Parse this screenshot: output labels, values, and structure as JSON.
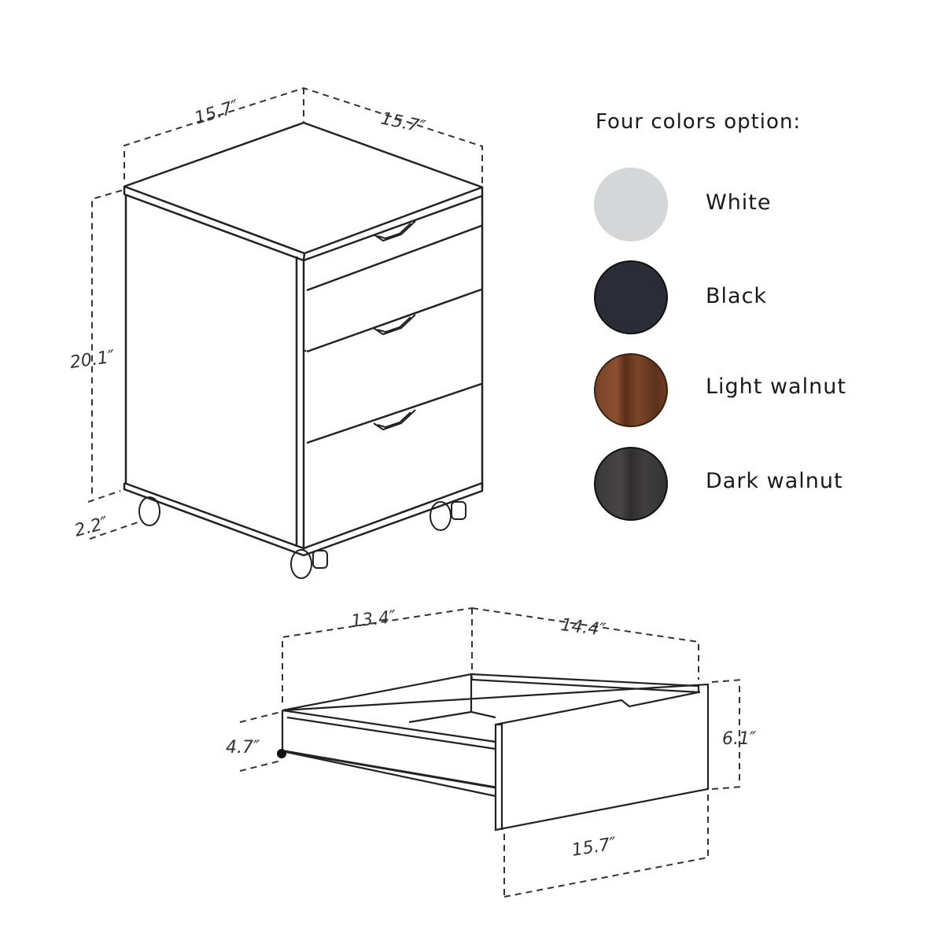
{
  "cabinet": {
    "dimensions": {
      "width": "15.7″",
      "depth": "15.7″",
      "height": "20.1″",
      "caster_height": "2.2″"
    },
    "drawer_count": 3
  },
  "drawer": {
    "dimensions": {
      "inner_length": "13.4″",
      "inner_width": "14.4″",
      "side_height": "4.7″",
      "front_height": "6.1″",
      "front_width": "15.7″"
    }
  },
  "legend": {
    "title": "Four colors option:",
    "options": [
      {
        "label": "White",
        "color": "#d4d6d8"
      },
      {
        "label": "Black",
        "color": "#2a2d36"
      },
      {
        "label": "Light walnut",
        "color": "#6b3a22"
      },
      {
        "label": "Dark walnut",
        "color": "#3b3a3a"
      }
    ]
  }
}
